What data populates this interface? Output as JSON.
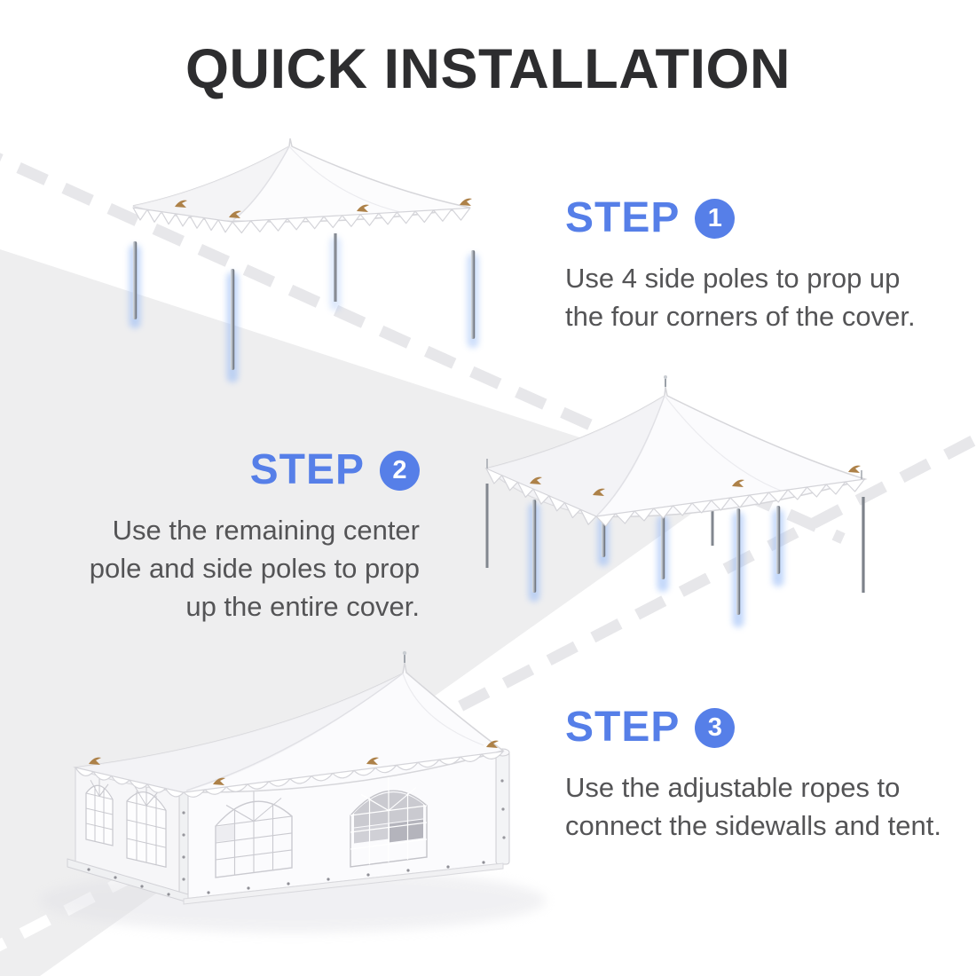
{
  "title": "QUICK INSTALLATION",
  "steps": [
    {
      "label": "STEP",
      "number": "1",
      "body_lines": [
        "Use 4 side poles to prop up",
        "the four corners of the cover."
      ]
    },
    {
      "label": "STEP",
      "number": "2",
      "body_lines": [
        "Use the remaining center",
        "pole and side poles to prop",
        "up the entire cover."
      ]
    },
    {
      "label": "STEP",
      "number": "3",
      "body_lines": [
        "Use the adjustable ropes to",
        "connect the sidewalls and tent."
      ]
    }
  ],
  "illustrations": [
    "tent-canopy-floating-with-four-side-poles",
    "tent-canopy-raised-on-center-and-side-poles",
    "finished-tent-with-sidewalls-and-arched-windows"
  ],
  "colors": {
    "accent_blue": "#567FE8",
    "title_text": "#2D2D2F",
    "body_text": "#545456",
    "background": "#FFFFFF",
    "wedge_gray": "#EEEEEF",
    "dash_gray": "#E7E7EA",
    "dash_white": "#FFFFFF",
    "pole_glow": "#93B8F6",
    "tent_outline": "#D6D6DA",
    "hook_tan": "#AD8148"
  }
}
